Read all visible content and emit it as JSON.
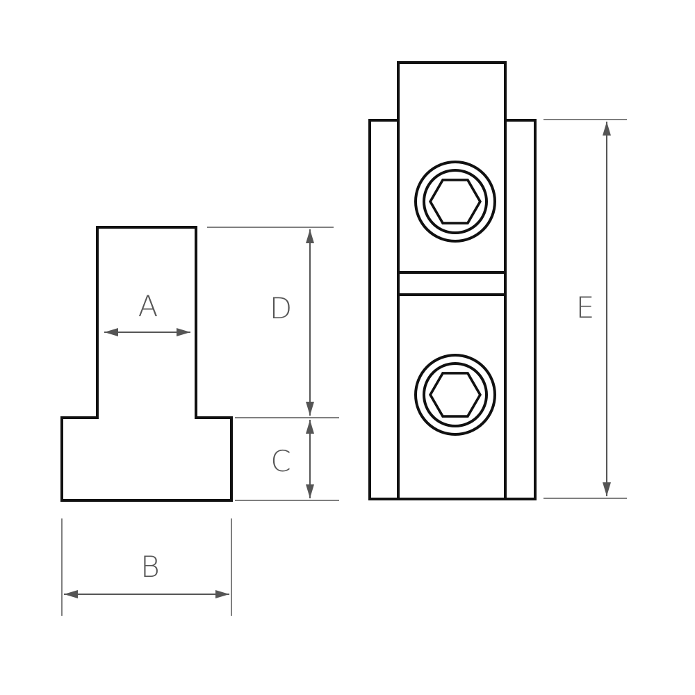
{
  "labels": {
    "a": "A",
    "b": "B",
    "c": "C",
    "d": "D",
    "e": "E"
  },
  "colors": {
    "outline": "#111111",
    "dimension": "#555555",
    "background": "#ffffff"
  },
  "icons": {
    "bolt_head": "hex-socket-bolt-icon"
  }
}
